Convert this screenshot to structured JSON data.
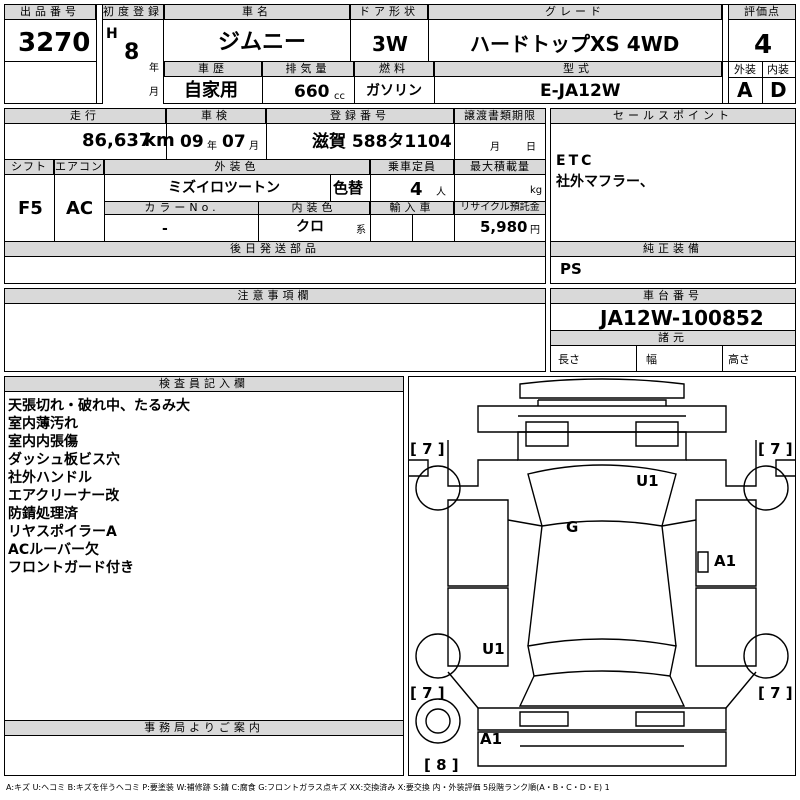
{
  "top": {
    "lot_label": "出品番号",
    "lot": "3270",
    "first_reg_label": "初度登録",
    "era": "H",
    "year": "8",
    "year_unit": "年",
    "month_unit": "月",
    "name_label": "車名",
    "name": "ジムニー",
    "door_label": "ドア形状",
    "door": "3W",
    "grade_label": "グレード",
    "grade": "ハードトップXS 4WD",
    "score_label": "評価点",
    "score": "4",
    "history_label": "車歴",
    "history": "自家用",
    "displacement_label": "排気量",
    "displacement": "660",
    "displacement_unit": "cc",
    "fuel_label": "燃料",
    "fuel": "ガソリン",
    "model_label": "型式",
    "model": "E-JA12W",
    "exterior_label": "外装",
    "exterior": "A",
    "interior_label": "内装",
    "interior": "D"
  },
  "mid": {
    "mileage_label": "走行",
    "mileage": "86,637",
    "mileage_unit": "km",
    "inspection_label": "車検",
    "inspection_year": "09",
    "inspection_month": "07",
    "year_unit": "年",
    "month_unit": "月",
    "plate_label": "登録番号",
    "plate": "滋賀 588タ1104",
    "transfer_label": "譲渡書類期限",
    "transfer_month_unit": "月",
    "transfer_day_unit": "日",
    "sales_label": "セールスポイント",
    "sales_lines": [
      "ETC",
      "社外マフラー、"
    ],
    "shift_label": "シフト",
    "shift": "F5",
    "ac_label": "エアコン",
    "ac": "AC",
    "color_label": "外装色",
    "color": "ミズイロツートン",
    "color_change": "色替",
    "capacity_label": "乗車定員",
    "capacity": "4",
    "capacity_unit": "人",
    "max_load_label": "最大積載量",
    "max_load_unit": "kg",
    "color_no_label": "カラーNo.",
    "color_no": "-",
    "interior_color_label": "内装色",
    "interior_color": "クロ",
    "interior_color_unit": "系",
    "import_label": "輸入車",
    "recycle_label": "リサイクル預託金",
    "recycle": "5,980",
    "recycle_unit": "円",
    "later_parts_label": "後日発送部品",
    "genuine_label": "純正装備",
    "genuine": "PS",
    "notes_label": "注意事項欄",
    "chassis_label": "車台番号",
    "chassis": "JA12W-100852",
    "specs_label": "諸元",
    "length_label": "長さ",
    "width_label": "幅",
    "height_label": "高さ"
  },
  "inspector": {
    "label": "検査員記入欄",
    "lines": [
      "天張切れ・破れ中、たるみ大",
      "室内薄汚れ",
      "室内内張傷",
      "ダッシュ板ビス穴",
      "社外ハンドル",
      "エアクリーナー改",
      "防錆処理済",
      "リヤスポイラーA",
      "ACルーバー欠",
      "フロントガード付き"
    ]
  },
  "office": {
    "label": "事務局よりご案内"
  },
  "diagram": {
    "tire_tl": "[ 7 ]",
    "tire_tr": "[ 7 ]",
    "tire_bl": "[ 7 ]",
    "tire_br": "[ 7 ]",
    "spare": "[ 8 ]",
    "mark_u1_top": "U1",
    "mark_g": "G",
    "mark_a1_right": "A1",
    "mark_u1_left": "U1",
    "mark_a1_bottom": "A1"
  },
  "legend": "A:キズ U:ヘコミ B:キズを伴うヘコミ P:要塗装 W:補修跡 S:錆 C:腐食 G:フロントガラス点キズ XX:交換済み X:要交換 内・外装評価 5段階ランク順(A・B・C・D・E) 1"
}
